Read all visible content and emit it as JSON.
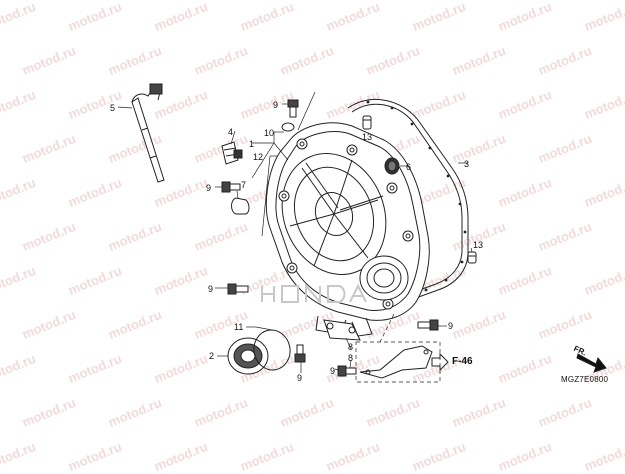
{
  "watermark_text": "motod.ru",
  "callouts": {
    "c1": "1",
    "c2": "2",
    "c3": "3",
    "c4": "4",
    "c5": "5",
    "c6": "6",
    "c7": "7",
    "c8a": "8",
    "c8b": "8",
    "c9a": "9",
    "c9b": "9",
    "c9c": "9",
    "c9d": "9",
    "c9e": "9",
    "c9f": "9",
    "c10": "10",
    "c11": "11",
    "c12": "12",
    "c13a": "13",
    "c13b": "13"
  },
  "reference": "F-46",
  "diagram_code": "MGZ7E0800",
  "front_indicator": "FR."
}
